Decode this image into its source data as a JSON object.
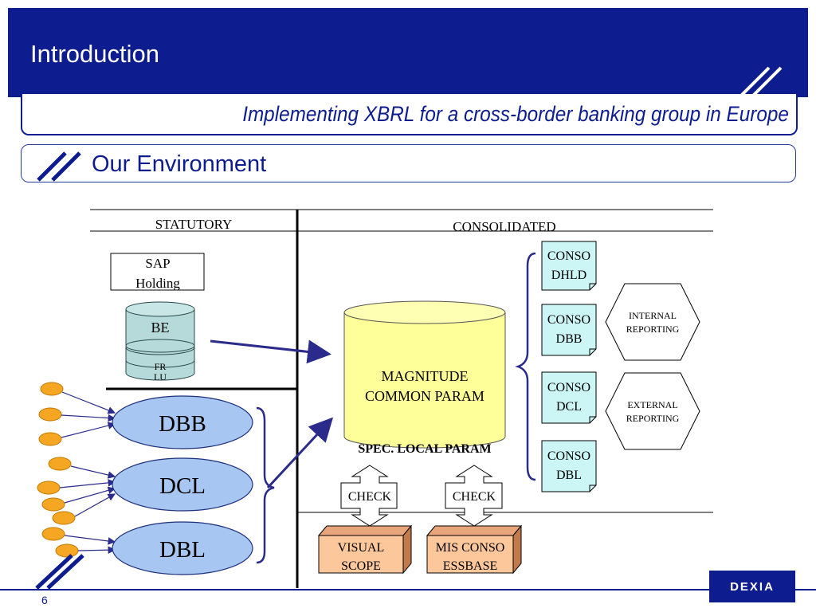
{
  "header": {
    "title": "Introduction",
    "subtitle": "Implementing XBRL for a cross-border banking group in Europe",
    "section": "Our Environment",
    "brand_color": "#0d1d8f"
  },
  "diagram": {
    "column_statutory": "STATUTORY",
    "column_consolidated": "CONSOLIDATED",
    "sap_holding": {
      "line1": "SAP",
      "line2": "Holding"
    },
    "db_be": "BE",
    "db_fr": "FR",
    "db_lu": "LU",
    "entities": [
      "DBB",
      "DCL",
      "DBL"
    ],
    "magnitude": {
      "line1": "MAGNITUDE",
      "line2": "COMMON PARAM",
      "bottom": "SPEC. LOCAL PARAM"
    },
    "conso_docs": [
      {
        "line1": "CONSO",
        "line2": "DHLD"
      },
      {
        "line1": "CONSO",
        "line2": "DBB"
      },
      {
        "line1": "CONSO",
        "line2": "DCL"
      },
      {
        "line1": "CONSO",
        "line2": "DBL"
      }
    ],
    "reporting": [
      {
        "line1": "INTERNAL",
        "line2": "REPORTING"
      },
      {
        "line1": "EXTERNAL",
        "line2": "REPORTING"
      }
    ],
    "check_labels": [
      "CHECK",
      "CHECK"
    ],
    "tools": [
      {
        "line1": "VISUAL",
        "line2": "SCOPE"
      },
      {
        "line1": "MIS CONSO",
        "line2": "ESSBASE"
      }
    ]
  },
  "footer": {
    "page_number": "6",
    "logo_text": "DEXIA"
  }
}
